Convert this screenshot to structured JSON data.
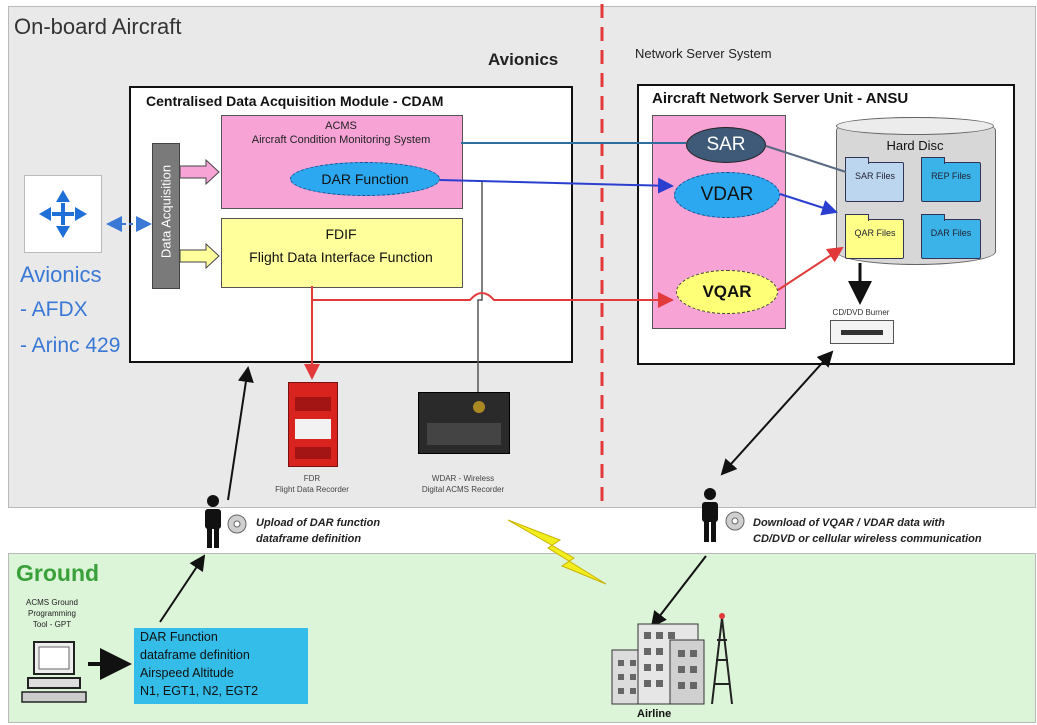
{
  "onboard": {
    "title": "On-board Aircraft",
    "avionics_label": "Avionics"
  },
  "network_server": {
    "label": "Network Server System"
  },
  "cdam": {
    "title": "Centralised Data Acquisition Module - CDAM"
  },
  "data_acquisition": {
    "label": "Data Acquisition"
  },
  "acms": {
    "title": "ACMS",
    "subtitle": "Aircraft Condition Monitoring System"
  },
  "dar_function": {
    "label": "DAR Function"
  },
  "fdif": {
    "title": "FDIF",
    "subtitle": "Flight Data Interface Function"
  },
  "avionics_side": {
    "title": "Avionics",
    "items": [
      "- AFDX",
      "- Arinc 429"
    ]
  },
  "ansu": {
    "title": "Aircraft Network Server Unit - ANSU"
  },
  "sar": {
    "label": "SAR"
  },
  "vdar": {
    "label": "VDAR"
  },
  "vqar": {
    "label": "VQAR"
  },
  "hard_disc": {
    "title": "Hard Disc",
    "folders": [
      "SAR Files",
      "REP Files",
      "QAR Files",
      "DAR Files"
    ]
  },
  "burner": {
    "label": "CD/DVD Burner"
  },
  "fdr": {
    "line1": "FDR",
    "line2": "Flight Data Recorder"
  },
  "wdar": {
    "line1": "WDAR - Wireless",
    "line2": "Digital ACMS Recorder"
  },
  "upload": {
    "line1": "Upload of DAR function",
    "line2": "dataframe definition"
  },
  "download": {
    "line1": "Download of VQAR / VDAR data with",
    "line2": "CD/DVD or cellular wireless communication"
  },
  "ground": {
    "title": "Ground"
  },
  "gpt": {
    "lines": [
      "ACMS Ground",
      "Programming",
      "Tool - GPT"
    ]
  },
  "dar_box": {
    "lines": [
      "DAR Function",
      "dataframe definition",
      "Airspeed Altitude",
      "N1, EGT1, N2, EGT2"
    ]
  },
  "airline": {
    "label": "Airline"
  },
  "colors": {
    "pink": "#f7a3d6",
    "yellow": "#ffff9c",
    "blue_ellipse": "#2ca8f0",
    "sar_fill": "#3e5a78",
    "vqar_fill": "#ffff77",
    "ground_green": "#dcf5d8",
    "red_line": "#e23a3a",
    "blue_text": "#3a78d6"
  }
}
